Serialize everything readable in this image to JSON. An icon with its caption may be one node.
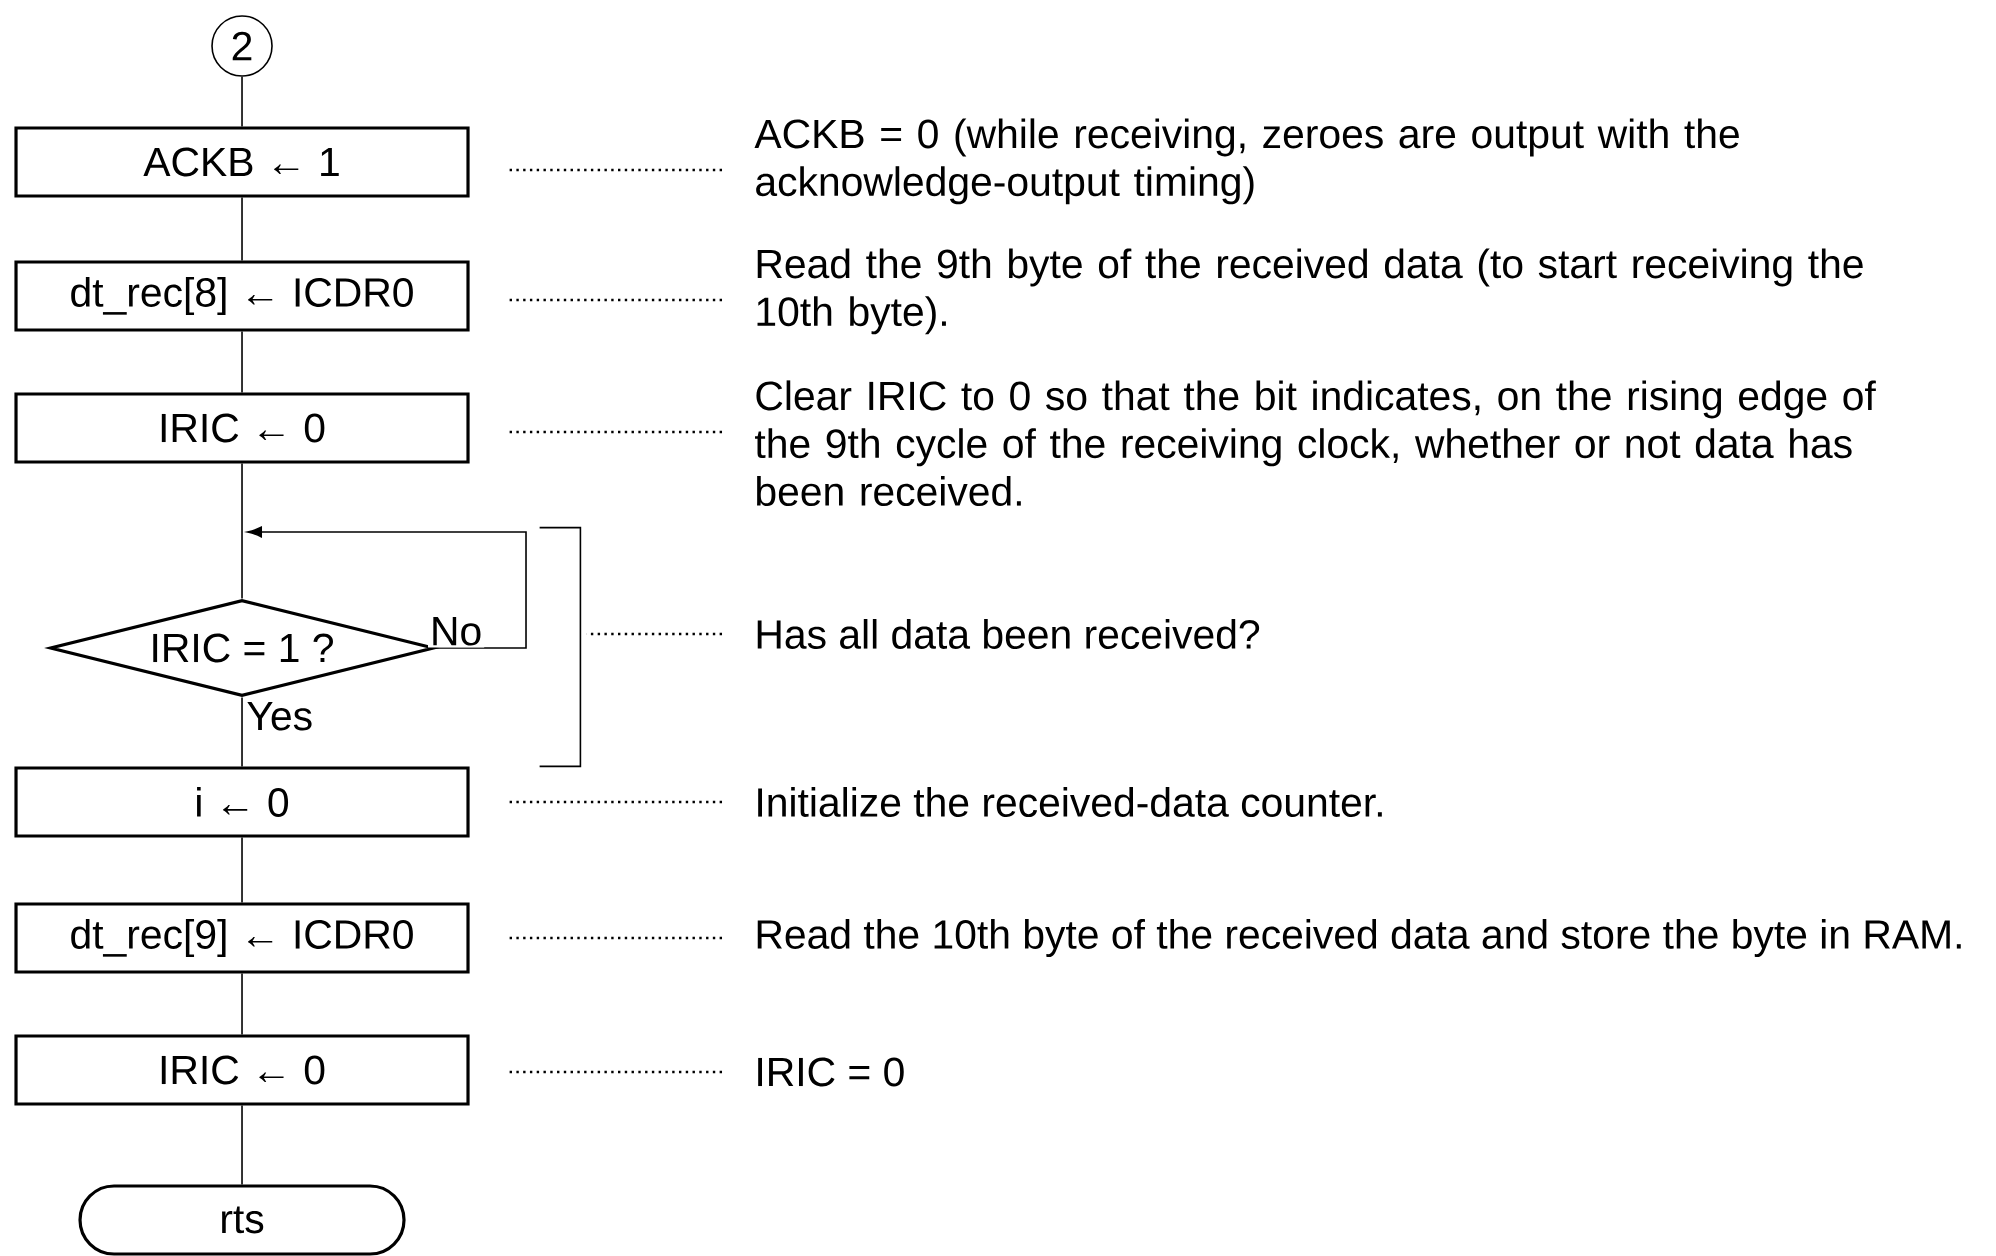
{
  "diagram": {
    "nodes": [
      {
        "text": [
          "2"
        ]
      },
      {
        "text": [
          "ACKB ← 1"
        ]
      },
      {
        "text": [
          "dt_rec[8] ← ICDR0"
        ]
      },
      {
        "text": [
          "IRIC ← 0"
        ]
      },
      {
        "text": [
          "IRIC = 1 ?"
        ]
      },
      {
        "text": [
          "i ← 0"
        ]
      },
      {
        "text": [
          "dt_rec[9] ← ICDR0"
        ]
      },
      {
        "text": [
          "IRIC ← 0"
        ]
      },
      {
        "text": [
          "rts"
        ]
      },
      {
        "text": [
          "ACKB = 0 (while receiving, zeroes are output with the acknowledge-output timing)"
        ]
      },
      {
        "text": [
          "Read the 9th byte of the received data (to start receiving the 10th byte)."
        ]
      },
      {
        "text": [
          "Clear IRIC to 0 so that the bit indicates, on the rising edge of the 9th cycle of the receiving clock, whether or not data has been received."
        ]
      },
      {
        "text": [
          "Has all data been received?"
        ]
      },
      {
        "text": [
          "Initialize the received-data counter."
        ]
      },
      {
        "text": [
          "Read the 10th byte of the received data and store the byte in RAM."
        ]
      },
      {
        "text": [
          "IRIC = 0"
        ]
      },
      {
        "text": [],
        "shape": "bracket"
      }
    ],
    "edges": [
      {
        "from": 0,
        "to": 1,
        "arrow": "none"
      },
      {
        "from": 1,
        "to": 2,
        "arrow": "none"
      },
      {
        "from": 2,
        "to": 3,
        "arrow": "none"
      },
      {
        "from": 3,
        "to": 4,
        "arrow": "none"
      },
      {
        "from": 4,
        "to": 5,
        "arrow": "none",
        "label": "Yes"
      },
      {
        "from": 5,
        "to": 6,
        "arrow": "none"
      },
      {
        "from": 6,
        "to": 7,
        "arrow": "none"
      },
      {
        "from": 7,
        "to": 8,
        "arrow": "none"
      },
      {
        "from": 4,
        "to": null,
        "arrow": "to",
        "label": "No"
      },
      {
        "from": 9,
        "to": 1,
        "arrow": "none",
        "style": "dashed"
      },
      {
        "from": 10,
        "to": 2,
        "arrow": "none",
        "style": "dashed"
      },
      {
        "from": 11,
        "to": 3,
        "arrow": "none",
        "style": "dashed"
      },
      {
        "from": 12,
        "to": 16,
        "arrow": "none",
        "style": "dashed"
      },
      {
        "from": 13,
        "to": 5,
        "arrow": "none",
        "style": "dashed"
      },
      {
        "from": 14,
        "to": 6,
        "arrow": "none",
        "style": "dashed"
      },
      {
        "from": 15,
        "to": 7,
        "arrow": "none",
        "style": "dashed"
      }
    ]
  }
}
